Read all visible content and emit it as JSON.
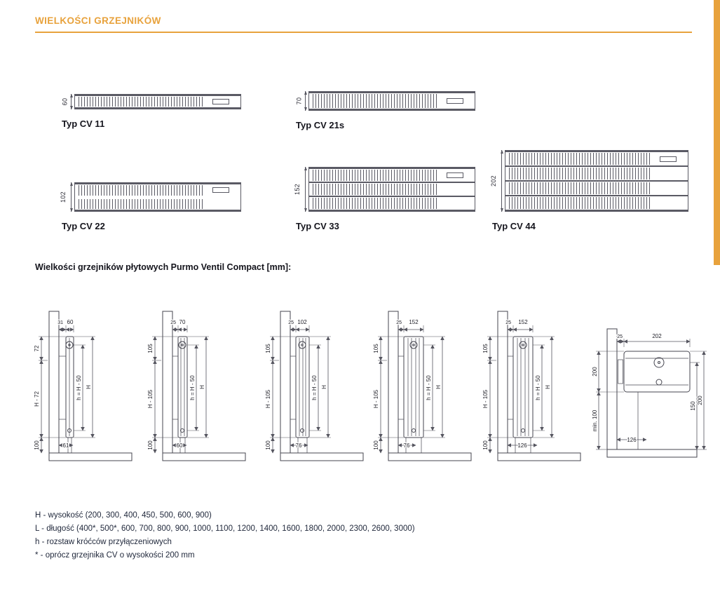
{
  "page": {
    "title": "WIELKOŚCI GRZEJNIKÓW",
    "accent": "#E8A23C",
    "section2_title": "Wielkości grzejników płytowych Purmo Ventil Compact [mm]:"
  },
  "top_views": [
    {
      "label": "Typ CV 11",
      "depth": "60"
    },
    {
      "label": "Typ CV 21s",
      "depth": "70"
    },
    {
      "label": "Typ CV 22",
      "depth": "102"
    },
    {
      "label": "Typ CV 33",
      "depth": "152"
    },
    {
      "label": "Typ CV 44",
      "depth": "202"
    }
  ],
  "side_views": [
    {
      "top_width": "60",
      "wall_gap": "31",
      "upper": "72",
      "middle": "H - 72",
      "floor": "100",
      "h_dim": "h = H - 50",
      "H_dim": "H",
      "pipe": "61"
    },
    {
      "top_width": "70",
      "wall_gap": "25",
      "upper": "105",
      "middle": "H - 105",
      "floor": "100",
      "h_dim": "h = H - 50",
      "H_dim": "H",
      "pipe": "60"
    },
    {
      "top_width": "102",
      "wall_gap": "25",
      "upper": "105",
      "middle": "H - 105",
      "floor": "100",
      "h_dim": "h = H - 50",
      "H_dim": "H",
      "pipe": "76"
    },
    {
      "top_width": "152",
      "wall_gap": "25",
      "upper": "105",
      "middle": "H - 105",
      "floor": "100",
      "h_dim": "h = H - 50",
      "H_dim": "H",
      "pipe": "76"
    },
    {
      "top_width": "152",
      "wall_gap": "25",
      "upper": "105",
      "middle": "H - 105",
      "floor": "100",
      "h_dim": "h = H - 50",
      "H_dim": "H",
      "pipe": "126"
    }
  ],
  "corner_view": {
    "top_width": "202",
    "wall_gap": "25",
    "right_inner": "150",
    "right_outer": "200",
    "left_upper": "200",
    "left_lower": "min. 100",
    "pipe": "126"
  },
  "footnotes": [
    "H - wysokość (200, 300, 400, 450, 500, 600, 900)",
    "L - długość (400*, 500*, 600, 700, 800, 900, 1000, 1100, 1200, 1400, 1600, 1800, 2000, 2300, 2600, 3000)",
    "h - rozstaw króćców przyłączeniowych",
    "* - oprócz grzejnika CV o wysokości 200 mm"
  ]
}
